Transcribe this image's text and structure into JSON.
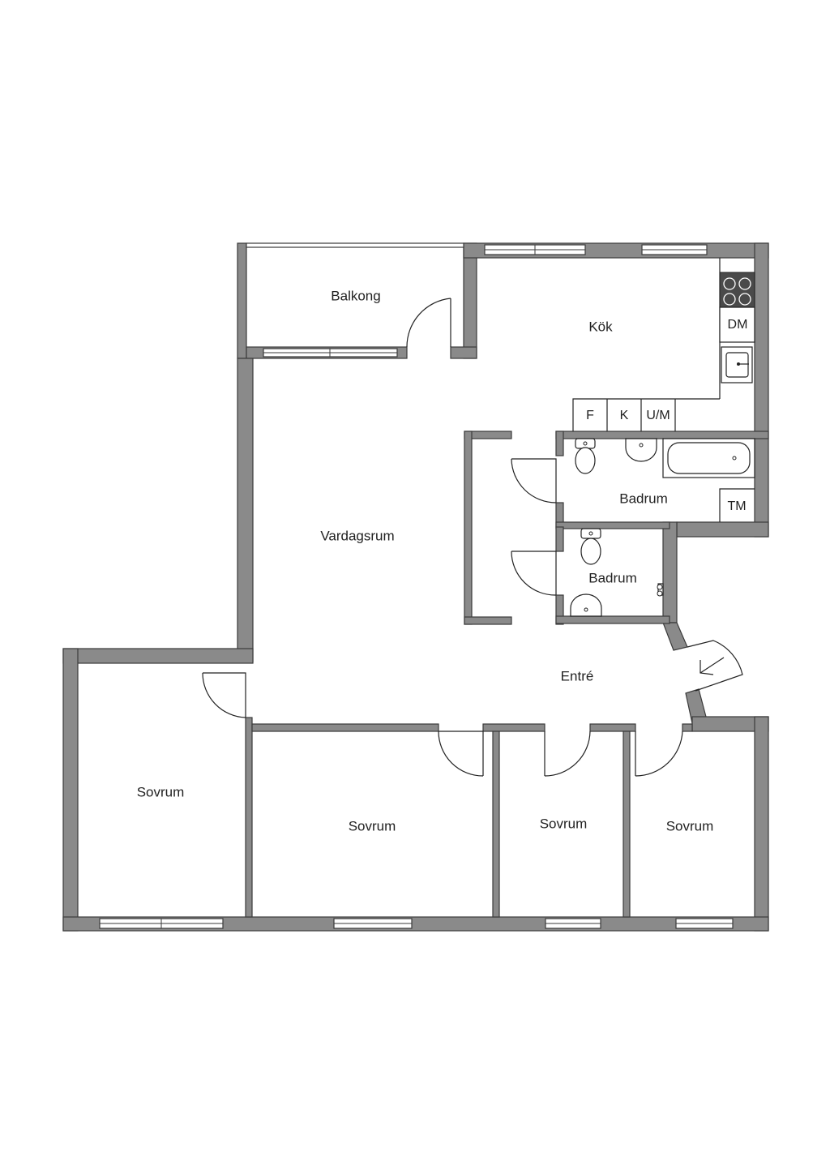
{
  "rooms": {
    "balkong": "Balkong",
    "kok": "Kök",
    "vardagsrum": "Vardagsrum",
    "badrum_1": "Badrum",
    "badrum_2": "Badrum",
    "entre": "Entré",
    "sovrum_1": "Sovrum",
    "sovrum_2": "Sovrum",
    "sovrum_3": "Sovrum",
    "sovrum_4": "Sovrum"
  },
  "appliances": {
    "dishwasher": "DM",
    "fridge": "F",
    "freezer": "K",
    "oven_microwave": "U/M",
    "dryer": "TM"
  },
  "icons": {
    "stove": "stove-icon",
    "sink": "sink-icon",
    "toilet": "toilet-icon",
    "washbasin": "washbasin-icon",
    "bathtub": "bathtub-icon",
    "entrance_arrow": "entrance-arrow-icon"
  },
  "colors": {
    "wall": "#8a8a8a",
    "line": "#222222",
    "background": "#ffffff"
  }
}
